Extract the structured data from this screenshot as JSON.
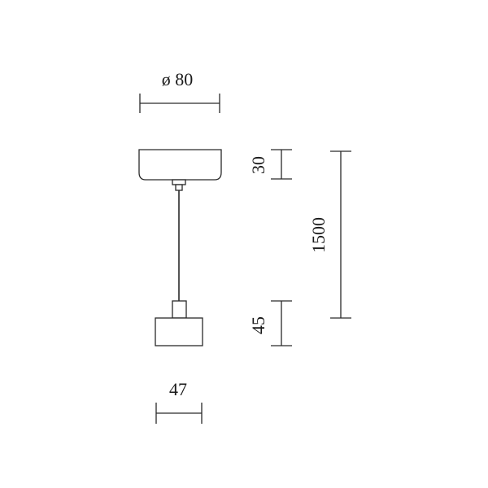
{
  "dimensions": {
    "canopy_diameter": "ø 80",
    "canopy_height": "30",
    "total_length": "1500",
    "head_height": "45",
    "head_width": "47"
  },
  "colors": {
    "ink": "#2a2a2a",
    "background": "#ffffff"
  }
}
